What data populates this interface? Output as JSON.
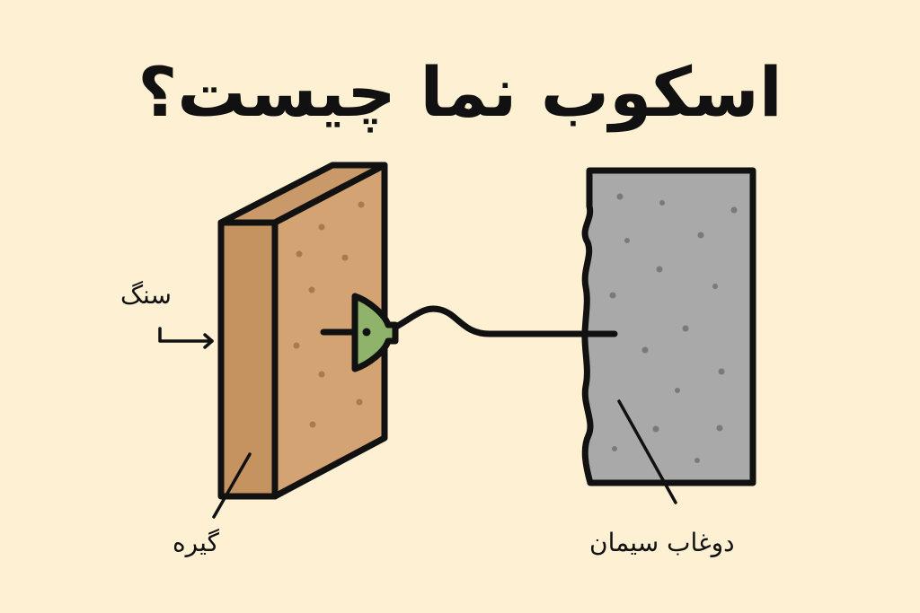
{
  "title": "اسکوب نما چیست؟",
  "labels": {
    "stone": "سنگ",
    "clamp": "گیره",
    "mortar": "دوغاب سیمان"
  },
  "colors": {
    "background": "#fdf0d3",
    "stone_front": "#d4a373",
    "stone_side": "#c4935f",
    "stone_top": "#c9996a",
    "stone_dots": "#a87a4e",
    "anchor_green": "#8fb36a",
    "concrete": "#a9a9a9",
    "concrete_dots": "#7a7a7a",
    "outline": "#111111"
  }
}
